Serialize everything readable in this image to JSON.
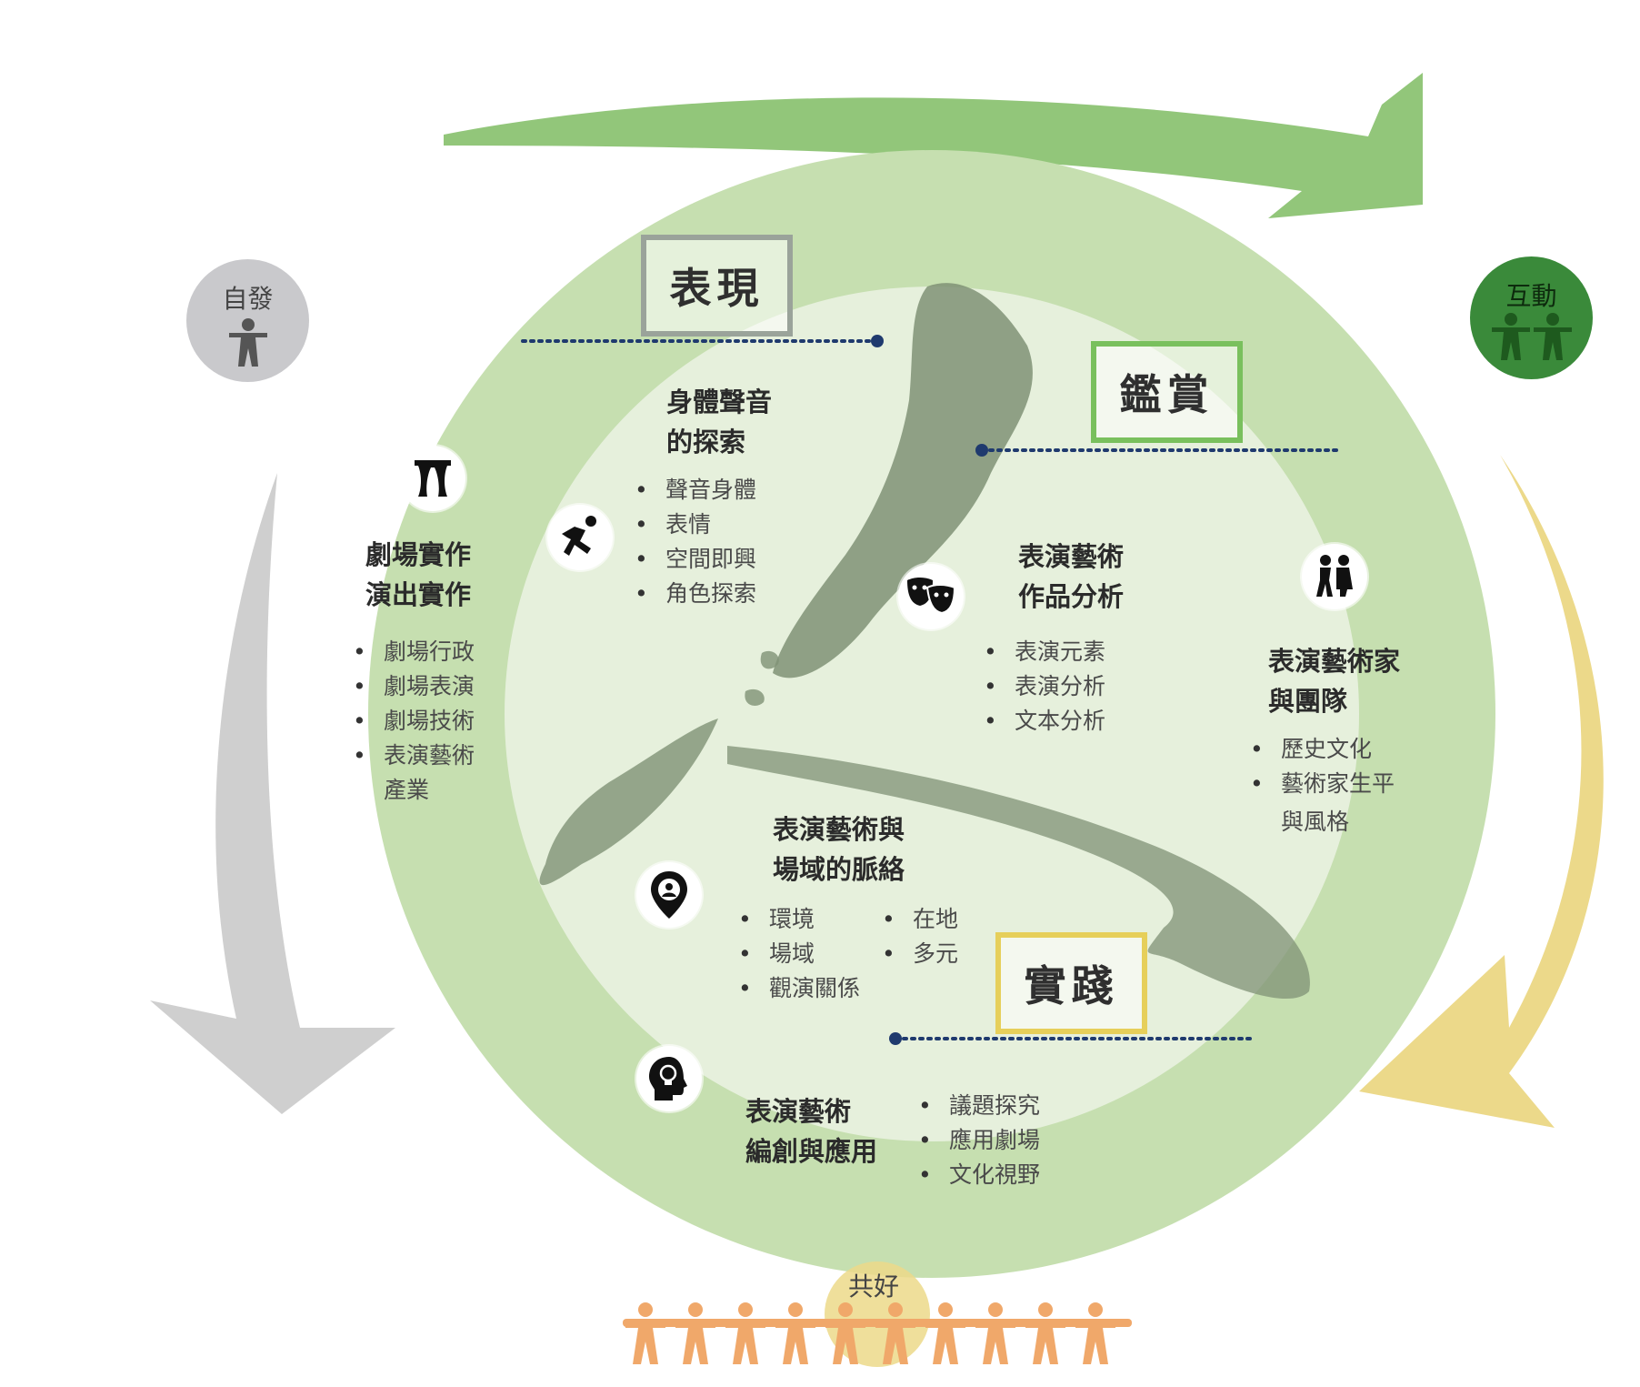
{
  "corners": {
    "spontaneous": "自發",
    "interaction": "互動",
    "common_good": "共好"
  },
  "stamps": {
    "expression": "表現",
    "appreciation": "鑑賞",
    "practice": "實踐"
  },
  "sections": {
    "body_voice": {
      "title_line1": "身體聲音",
      "title_line2": "的探索",
      "items": [
        "聲音身體",
        "表情",
        "空間即興",
        "角色探索"
      ]
    },
    "theatre": {
      "title_line1": "劇場實作",
      "title_line2": "演出實作",
      "items": [
        "劇場行政",
        "劇場表演",
        "劇場技術",
        "表演藝術",
        "產業"
      ]
    },
    "work_analysis": {
      "title_line1": "表演藝術",
      "title_line2": "作品分析",
      "items": [
        "表演元素",
        "表演分析",
        "文本分析"
      ]
    },
    "artists": {
      "title_line1": "表演藝術家",
      "title_line2": "與團隊",
      "items": [
        "歷史文化",
        "藝術家生平",
        "與風格"
      ]
    },
    "context": {
      "title_line1": "表演藝術與",
      "title_line2": "場域的脈絡",
      "items_col1": [
        "環境",
        "場域",
        "觀演關係"
      ],
      "items_col2": [
        "在地",
        "多元"
      ]
    },
    "creation": {
      "title_line1": "表演藝術",
      "title_line2": "編創與應用",
      "items": [
        "議題探究",
        "應用劇場",
        "文化視野"
      ]
    }
  },
  "colors": {
    "outer_ring": "#c6dfb0",
    "inner_disc": "#e6f0dc",
    "brush_stroke": "#7f9276",
    "green_arrow": "#86c06b",
    "grey_arrow": "#cfcfcf",
    "yellow_arrow": "#ecd98a",
    "dotted_line": "#1f3a6e",
    "stamp_grey": "#9aa39a",
    "stamp_green": "#79c05d",
    "stamp_yellow": "#e6cf5a",
    "people_orange": "#f0a86a"
  },
  "icons": [
    "theatre-curtain-icon",
    "running-person-icon",
    "theatre-masks-icon",
    "dancing-couple-icon",
    "location-pin-icon",
    "head-lightbulb-icon",
    "person-icon",
    "two-people-icon",
    "people-chain-icon"
  ]
}
